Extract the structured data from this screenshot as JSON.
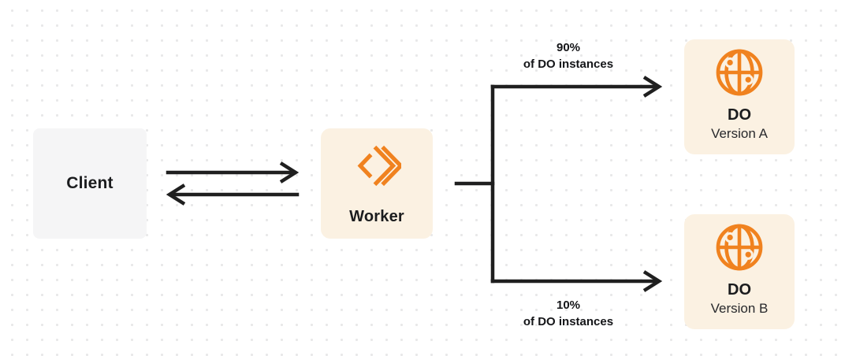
{
  "colors": {
    "accent_orange": "#f0821f",
    "card_cream": "#fbf1e2",
    "card_gray": "#f5f5f6",
    "arrow": "#1f1f1f",
    "ink": "#1b1c1e",
    "dot": "#e8e8e9"
  },
  "nodes": {
    "client": {
      "label": "Client"
    },
    "worker": {
      "label": "Worker",
      "icon": "workers-icon"
    },
    "do_version_a": {
      "title": "DO",
      "subtitle": "Version A",
      "icon": "globe-icon"
    },
    "do_version_b": {
      "title": "DO",
      "subtitle": "Version B",
      "icon": "globe-icon"
    }
  },
  "edge_labels": {
    "top_split": {
      "line1": "90%",
      "line2": "of DO instances"
    },
    "bottom_split": {
      "line1": "10%",
      "line2": "of DO instances"
    }
  }
}
